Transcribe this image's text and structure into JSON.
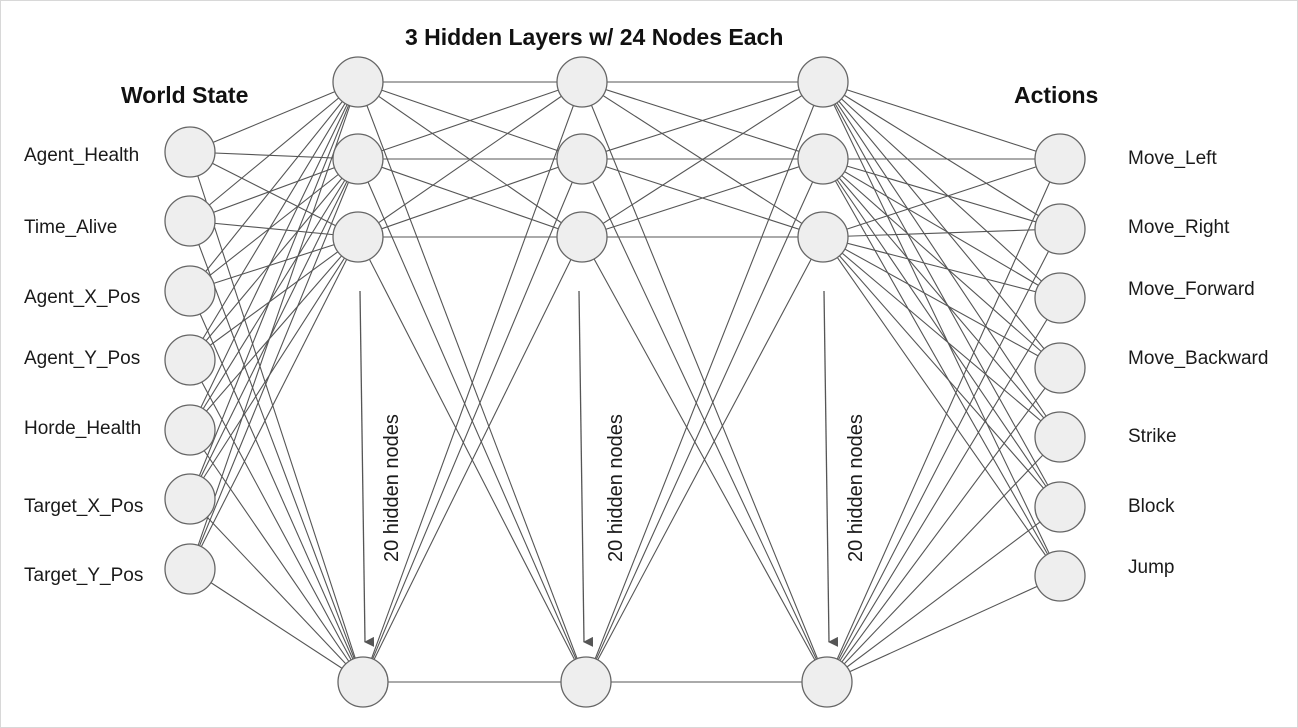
{
  "title": "3 Hidden Layers w/ 24 Nodes Each",
  "input_layer": {
    "heading": "World State",
    "nodes": [
      "Agent_Health",
      "Time_Alive",
      "Agent_X_Pos",
      "Agent_Y_Pos",
      "Horde_Health",
      "Target_X_Pos",
      "Target_Y_Pos"
    ]
  },
  "hidden_layers": [
    {
      "collapsed_label": "20 hidden nodes"
    },
    {
      "collapsed_label": "20 hidden nodes"
    },
    {
      "collapsed_label": "20 hidden nodes"
    }
  ],
  "output_layer": {
    "heading": "Actions",
    "nodes": [
      "Move_Left",
      "Move_Right",
      "Move_Forward",
      "Move_Backward",
      "Strike",
      "Block",
      "Jump"
    ]
  },
  "colors": {
    "node_fill": "#eeeeee",
    "node_stroke": "#666666",
    "edge": "#555555",
    "text": "#1a1a1a"
  }
}
